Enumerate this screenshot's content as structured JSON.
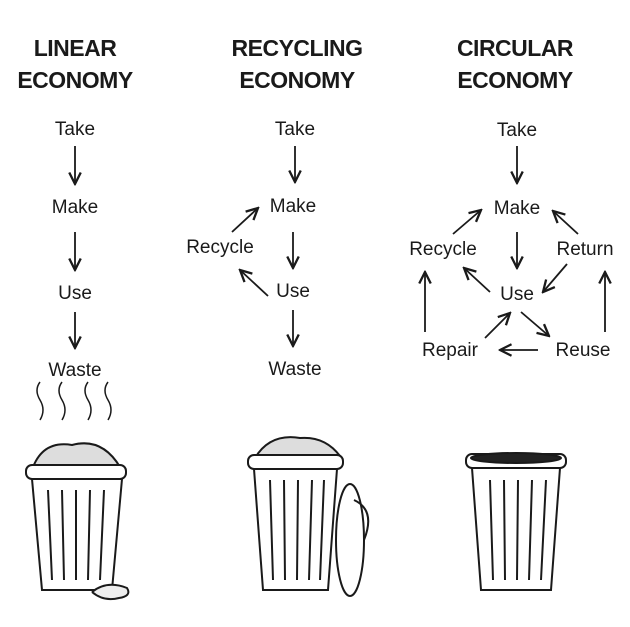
{
  "linear": {
    "title1": "LINEAR",
    "title2": "ECONOMY",
    "take": "Take",
    "make": "Make",
    "use": "Use",
    "waste": "Waste"
  },
  "recycling": {
    "title1": "RECYCLING",
    "title2": "ECONOMY",
    "take": "Take",
    "make": "Make",
    "recycle": "Recycle",
    "use": "Use",
    "waste": "Waste"
  },
  "circular": {
    "title1": "CIRCULAR",
    "title2": "ECONOMY",
    "take": "Take",
    "make": "Make",
    "recycle": "Recycle",
    "return": "Return",
    "use": "Use",
    "repair": "Repair",
    "reuse": "Reuse"
  }
}
